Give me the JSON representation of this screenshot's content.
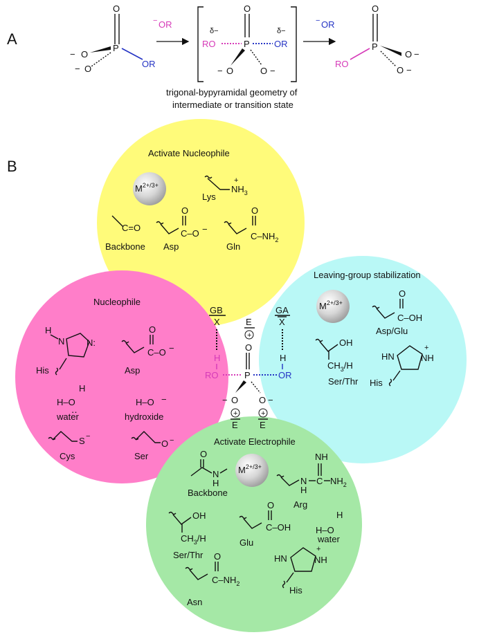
{
  "panel_labels": {
    "a": "A",
    "b": "B"
  },
  "panel_a": {
    "reactant": {
      "P": "P",
      "O_top": "O",
      "O_left": "O",
      "O_bottom": "O",
      "minus1": "−",
      "minus2": "−",
      "OR": "OR"
    },
    "nucleophile_arrow_label": {
      "minus": "−",
      "OR": "OR"
    },
    "intermediate": {
      "delta_left": "δ−",
      "delta_right": "δ−",
      "RO_left": "RO",
      "OR_right": "OR",
      "P": "P",
      "O_top": "O",
      "O_bottom_left": "O",
      "O_bottom_right": "O",
      "minus1": "−",
      "minus2": "−"
    },
    "leaving_arrow_label": {
      "minus": "−",
      "OR": "OR"
    },
    "product": {
      "P": "P",
      "O_top": "O",
      "O_right": "O",
      "O_bottom": "O",
      "minus1": "−",
      "minus2": "−",
      "RO": "RO"
    },
    "caption_line1": "trigonal-bypyramidal geometry of",
    "caption_line2": "intermediate or transition state"
  },
  "circles": {
    "activate_nucleophile": {
      "title": "Activate Nucleophile",
      "color": "#fffb7a",
      "metal": "M",
      "metal_charge": "2+/3+",
      "lys_label": "Lys",
      "lys_group": "NH",
      "lys_sub": "3",
      "lys_charge": "+",
      "backbone_label": "Backbone",
      "backbone_group": "C=O",
      "asp_label": "Asp",
      "asp_group": "C–O",
      "asp_O": "O",
      "asp_minus": "−",
      "gln_label": "Gln",
      "gln_O": "O",
      "gln_group": "C–NH",
      "gln_sub": "2"
    },
    "nucleophile": {
      "title": "Nucleophile",
      "color": "#ff7ec9",
      "his_label": "His",
      "his_H": "H",
      "his_N1": "N",
      "his_N2": "N:",
      "asp_label": "Asp",
      "asp_O": "O",
      "asp_group": "C–O",
      "asp_minus": "−",
      "water_label": "water",
      "water_H1": "H",
      "water_H2": "H–O",
      "water_pairs": "‥",
      "hydroxide_label": "hydroxide",
      "hydroxide_group": "H–O",
      "hydroxide_minus": "−",
      "cys_label": "Cys",
      "cys_S": "S",
      "cys_minus": "−",
      "ser_label": "Ser",
      "ser_O": "O",
      "ser_minus": "−"
    },
    "leaving_group": {
      "title": "Leaving-group stabilization",
      "color": "#b9f8f6",
      "metal": "M",
      "metal_charge": "2+/3+",
      "asp_glu_label": "Asp/Glu",
      "acid_O": "O",
      "acid_group": "C–OH",
      "ser_thr_label": "Ser/Thr",
      "oh_group": "OH",
      "ch3h": "CH",
      "ch3h_sub": "3",
      "ch3h_tail": "/H",
      "his_label": "His",
      "his_HN": "HN",
      "his_NH": "NH",
      "his_plus": "+"
    },
    "activate_electrophile": {
      "title": "Activate Electrophile",
      "color": "#a5e8a6",
      "metal": "M",
      "metal_charge": "2+/3+",
      "backbone_label": "Backbone",
      "backbone_O": "O",
      "backbone_N": "N",
      "backbone_H": "H",
      "arg_label": "Arg",
      "arg_NH": "NH",
      "arg_N": "N",
      "arg_H": "H",
      "arg_C": "C",
      "arg_NH2": "NH",
      "arg_sub": "2",
      "ser_thr_label": "Ser/Thr",
      "oh_group": "OH",
      "ch3h": "CH",
      "ch3h_sub": "3",
      "ch3h_tail": "/H",
      "glu_label": "Glu",
      "glu_O": "O",
      "glu_group": "C–OH",
      "water_label": "water",
      "water_H1": "H",
      "water_H2": "H–O",
      "asn_label": "Asn",
      "asn_O": "O",
      "asn_group": "C–NH",
      "asn_sub": "2",
      "his_label": "His",
      "his_HN": "HN",
      "his_NH": "NH",
      "his_plus": "+"
    }
  },
  "center": {
    "GB": "GB",
    "X_left": "X",
    "H_left": "H",
    "RO": "RO",
    "E_top": "E",
    "plus_top": "+",
    "O_top": "O",
    "P": "P",
    "OR": "OR",
    "GA": "GA",
    "X_right": "X",
    "H_right": "H",
    "O_left": "O",
    "O_right": "O",
    "minus1": "−",
    "minus2": "−",
    "plus_bl": "+",
    "plus_br": "+",
    "E_bl": "E",
    "E_br": "E"
  }
}
